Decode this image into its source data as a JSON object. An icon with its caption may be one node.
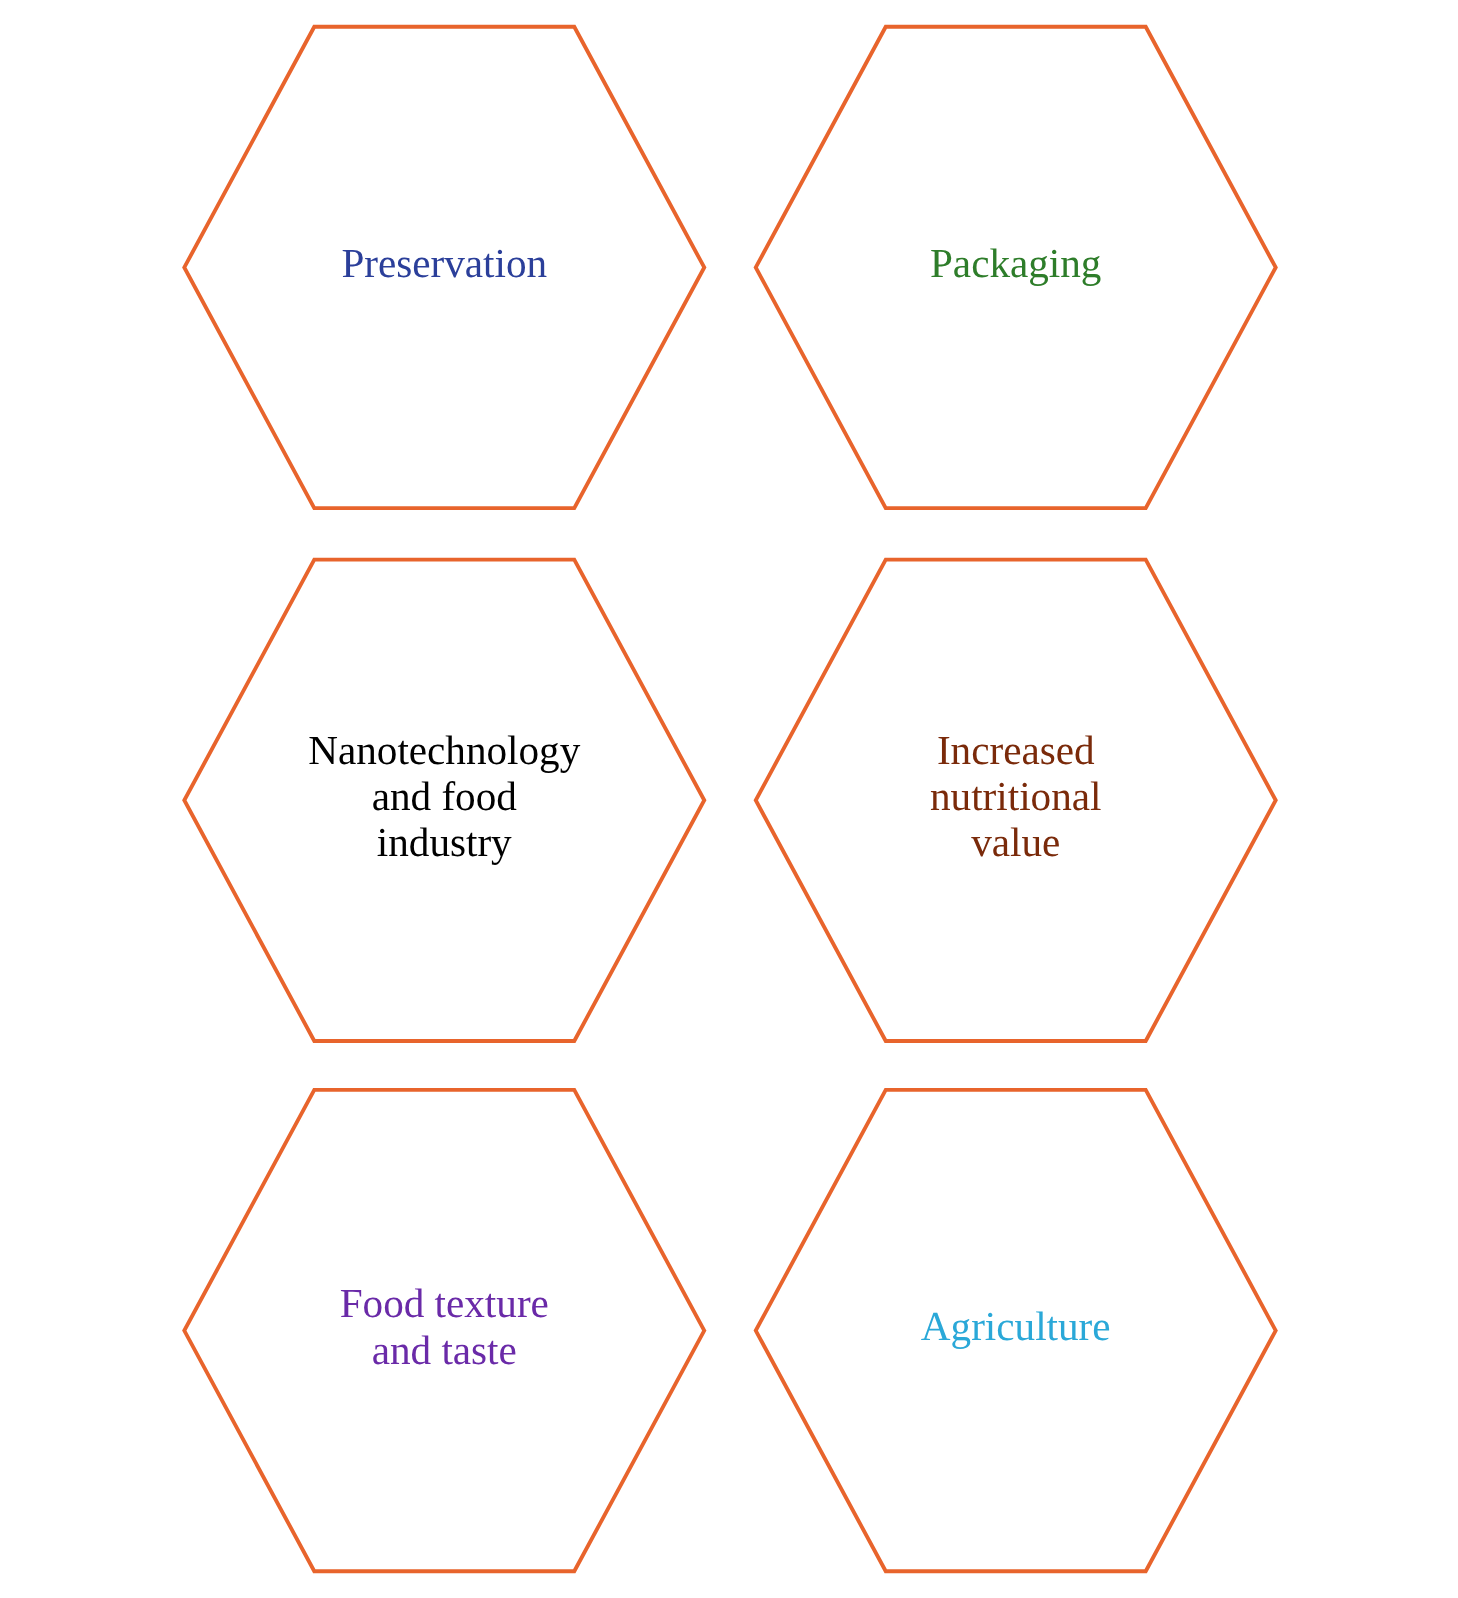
{
  "diagram": {
    "nodes": [
      {
        "text": [
          "Preservation"
        ]
      },
      {
        "text": [
          "Packaging"
        ]
      },
      {
        "text": [
          "Nanotechnology and food industry"
        ]
      },
      {
        "text": [
          "Increased nutritional value"
        ]
      },
      {
        "text": [
          "Food texture and taste"
        ]
      },
      {
        "text": [
          "Agriculture"
        ]
      }
    ]
  }
}
